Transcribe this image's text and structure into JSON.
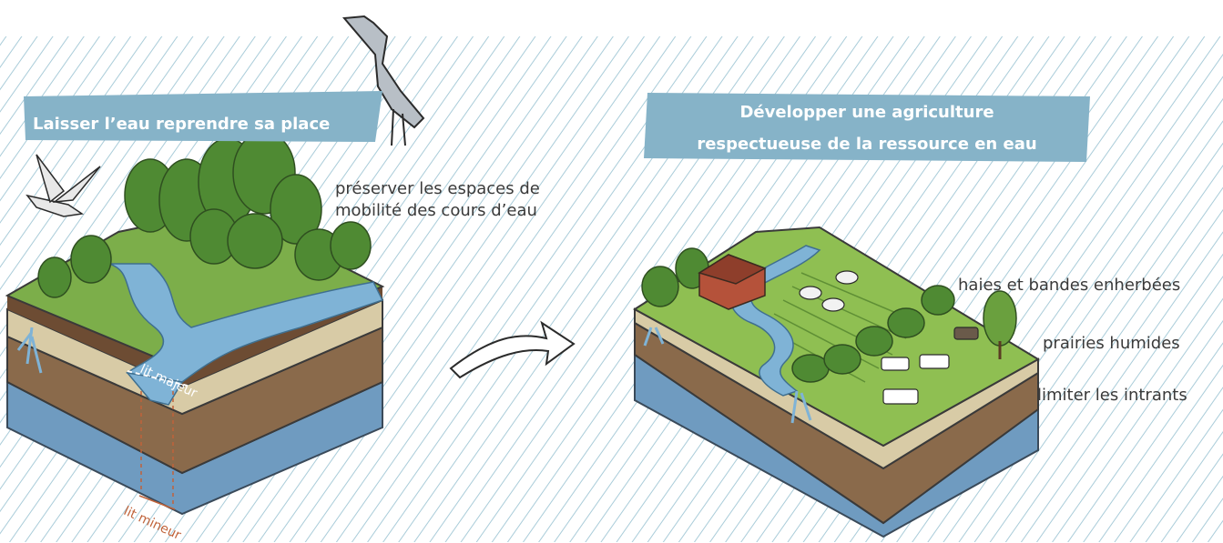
{
  "left_panel": {
    "title": "Laisser l’eau reprendre sa  place",
    "caption_line1": "préserver les espaces de",
    "caption_line2": "mobilité des cours d’eau",
    "bed_major": "lit majeur",
    "bed_minor": "lit mineur"
  },
  "right_panel": {
    "title_line1": "Développer  une agriculture",
    "title_line2": "respectueuse de la ressource en eau",
    "label_hedges": "haies et bandes enherbées",
    "label_meadows": "prairies humides",
    "label_inputs": "limiter les intrants"
  },
  "colors": {
    "banner": "#86b3c8",
    "hatch": "#a9ccd9",
    "water": "#7fb3d6",
    "grass": "#7cae4a",
    "soil": "#8a6a4b",
    "aquifer": "#6f9bc0",
    "annotation": "#c0633a"
  },
  "icons": [
    "heron-icon",
    "gull-icon",
    "arrow-icon",
    "barn-icon",
    "sheep-icon",
    "cow-icon",
    "tree-icon"
  ]
}
